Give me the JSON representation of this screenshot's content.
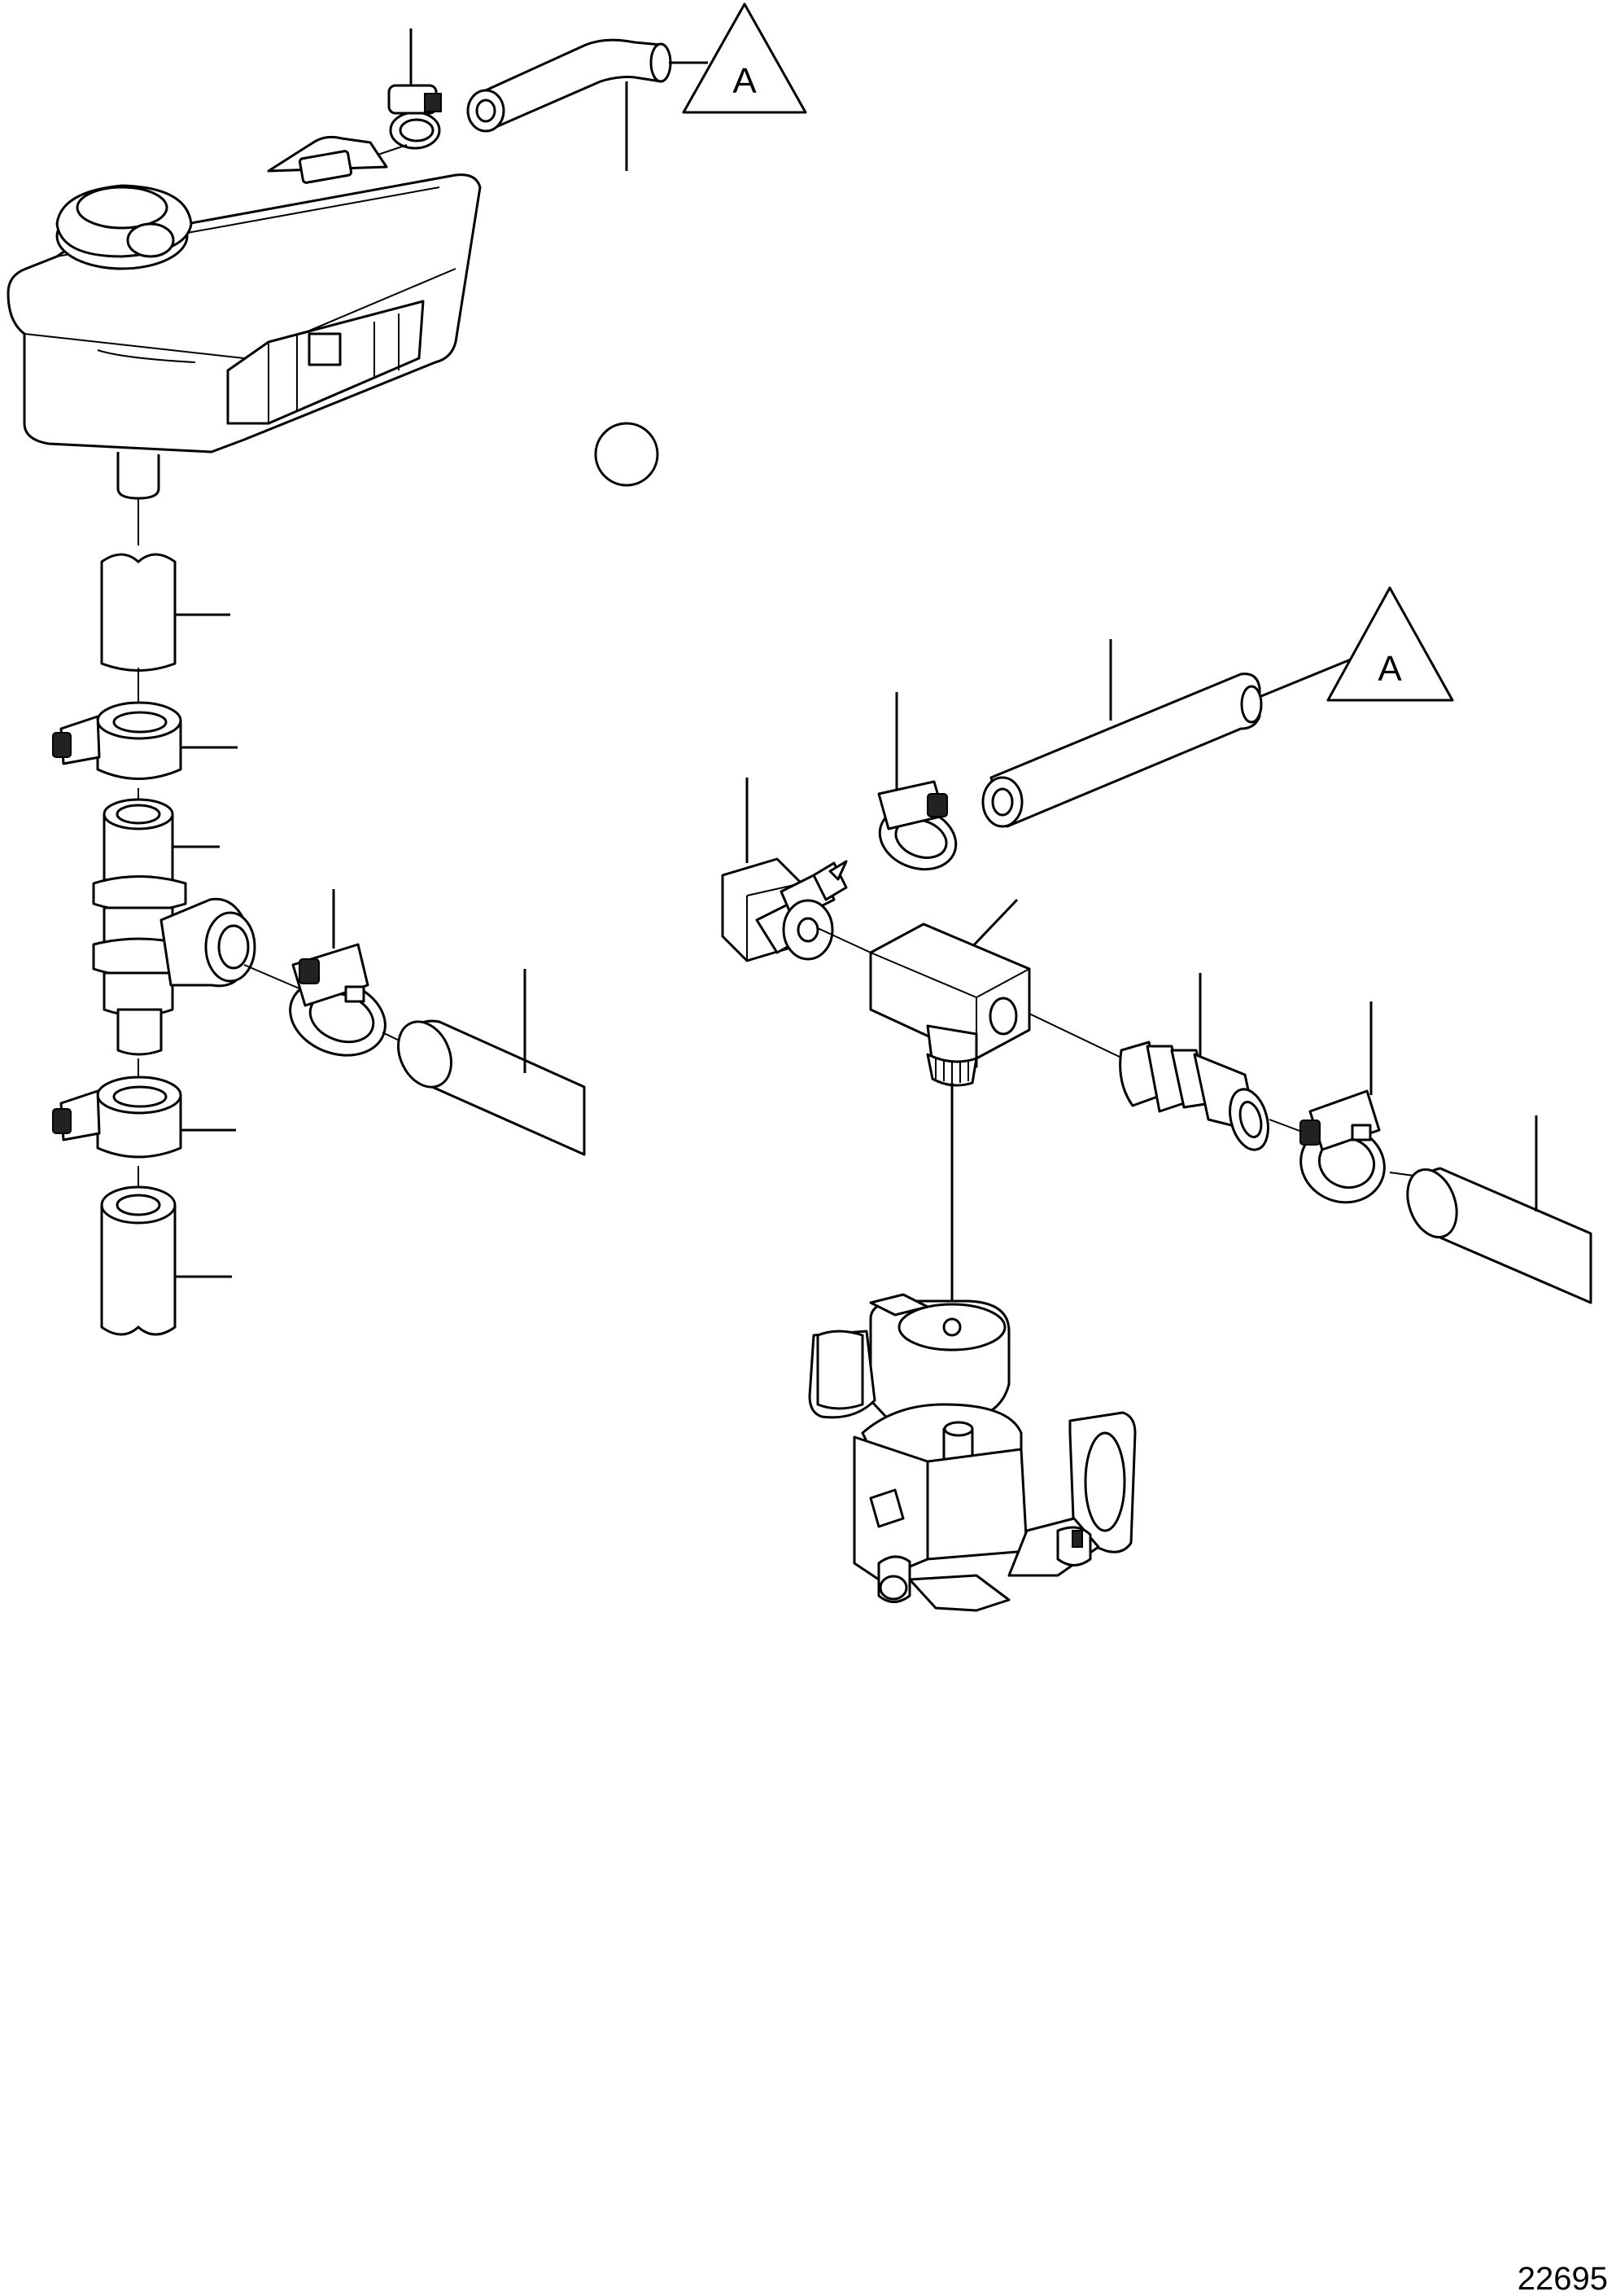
{
  "callouts": {
    "top_triangle_label": "A",
    "right_triangle_label": "A"
  },
  "drawing_number": "22695",
  "colors": {
    "line": "#000000",
    "background": "#ffffff"
  }
}
